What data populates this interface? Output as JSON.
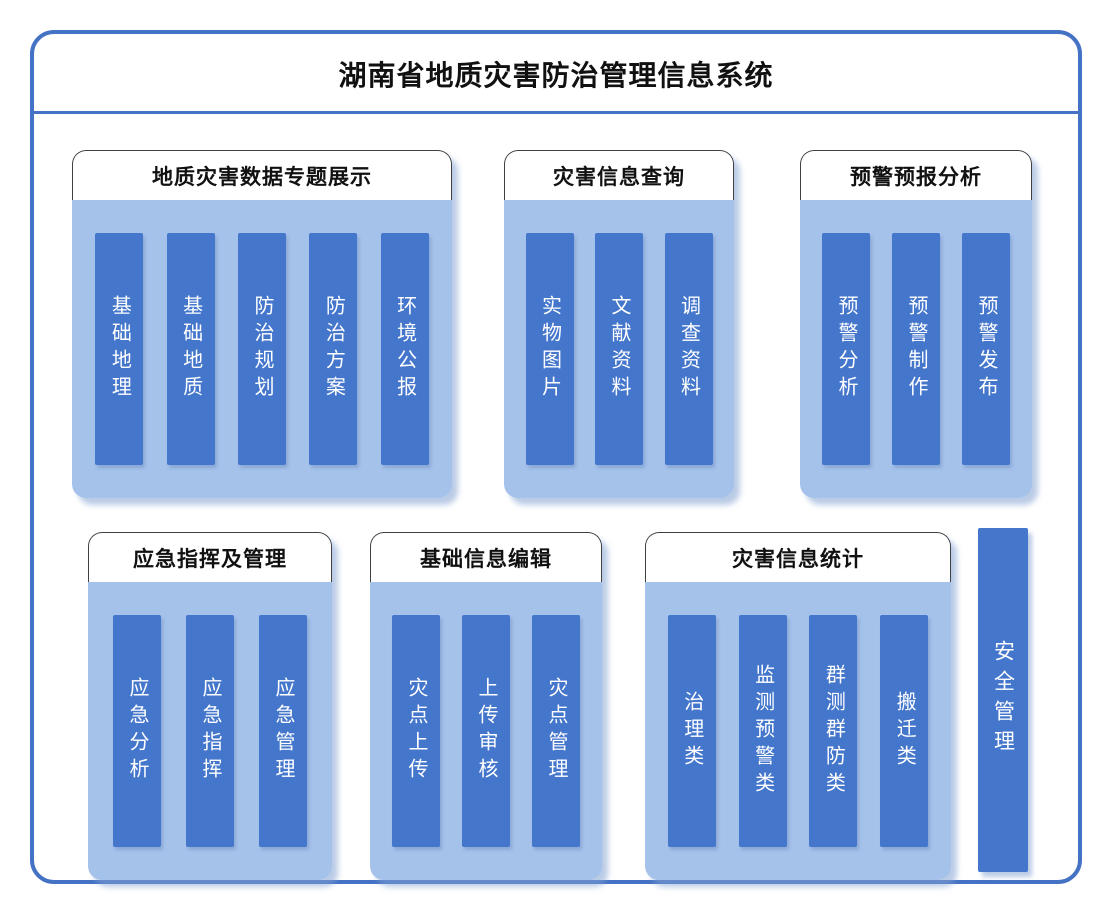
{
  "title": "湖南省地质灾害防治管理信息系统",
  "groups": [
    {
      "title": "地质灾害数据专题展示",
      "items": [
        "基础地理",
        "基础地质",
        "防治规划",
        "防治方案",
        "环境公报"
      ]
    },
    {
      "title": "灾害信息查询",
      "items": [
        "实物图片",
        "文献资料",
        "调查资料"
      ]
    },
    {
      "title": "预警预报分析",
      "items": [
        "预警分析",
        "预警制作",
        "预警发布"
      ]
    },
    {
      "title": "应急指挥及管理",
      "items": [
        "应急分析",
        "应急指挥",
        "应急管理"
      ]
    },
    {
      "title": "基础信息编辑",
      "items": [
        "灾点上传",
        "上传审核",
        "灾点管理"
      ]
    },
    {
      "title": "灾害信息统计",
      "items": [
        "治理类",
        "监测预警类",
        "群测群防类",
        "搬迁类"
      ]
    }
  ],
  "sidebar": {
    "label": "安全管理"
  },
  "colors": {
    "accent": "#4472C4",
    "group_fill": "#A5C2EB",
    "bar_fill": "#4476CC",
    "header_fill": "#FFFFFF"
  }
}
